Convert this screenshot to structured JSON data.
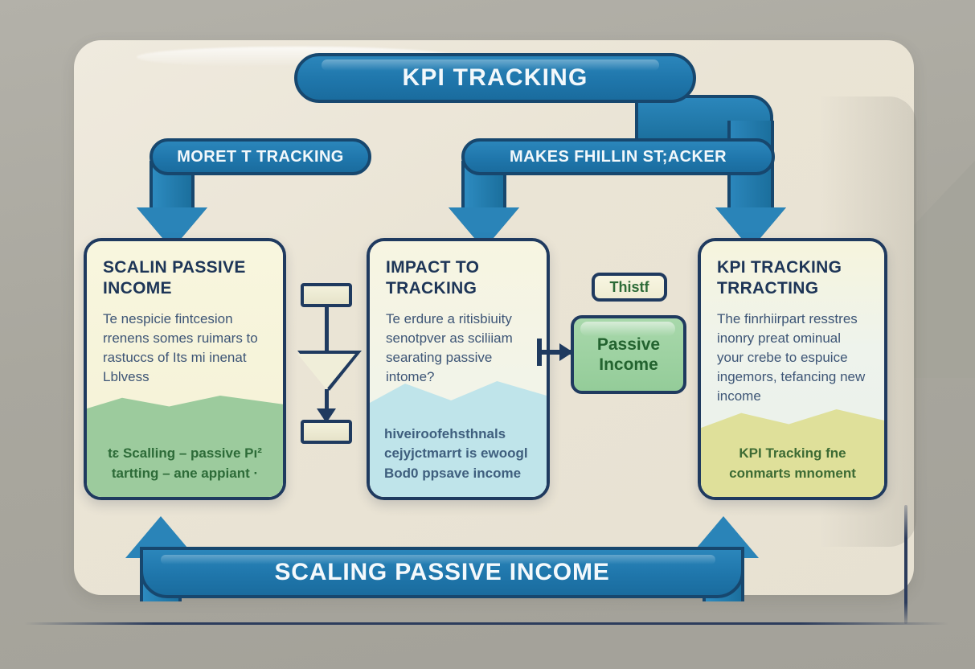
{
  "diagram": {
    "title_banner": "KPI TRACKING",
    "bottom_banner": "SCALING PASSIVE INCOME",
    "connector_labels": {
      "left": "MORET T TRACKING",
      "right": "MAKES FHILLIN ST;ACKER"
    },
    "cards": [
      {
        "id": "scaling-passive-income",
        "title": "SCALIN PASSIVE INCOME",
        "body": "Te nespicie fintcesion rrenens somes ruimars to rastuccs of Its mi inenat Lblvess",
        "footer": "tɛ Scalling – passive Pı² tartting – ane appiant ·",
        "top_color": "#f8f6de",
        "bottom_color": "#9ccb9d"
      },
      {
        "id": "impact-to-tracking",
        "title": "IMPACT TO TRACKING",
        "body": "Te erdure a ritisbiuity senotpver as sciliiam searating passive intome?",
        "footer": "hiveiroofehsthnals cejyjctmarrt is ewoogl Bod0 ppsave income",
        "top_color": "#f7f5e1",
        "bottom_color": "#bfe4ea"
      },
      {
        "id": "kpi-tracking-tracting",
        "title": "KPI TRACKING TRRACTING",
        "body": "The finrhiirpart resstres inonry preat ominual your crebe to espuice ingemors, tefancing new income",
        "footer": "KPI Tracking fne conmarts mnoment",
        "top_color": "#f6f4dd",
        "bottom_color": "#dfe09a"
      }
    ],
    "note_chip": "Thistf",
    "passive_income_node": "Passive Income",
    "colors": {
      "accent_blue": "#1f7cb0",
      "outline_navy": "#17476e",
      "card_outline": "#1f3a5f",
      "panel_cream": "#eae4d5",
      "backdrop_gray": "#a9a79f"
    }
  }
}
